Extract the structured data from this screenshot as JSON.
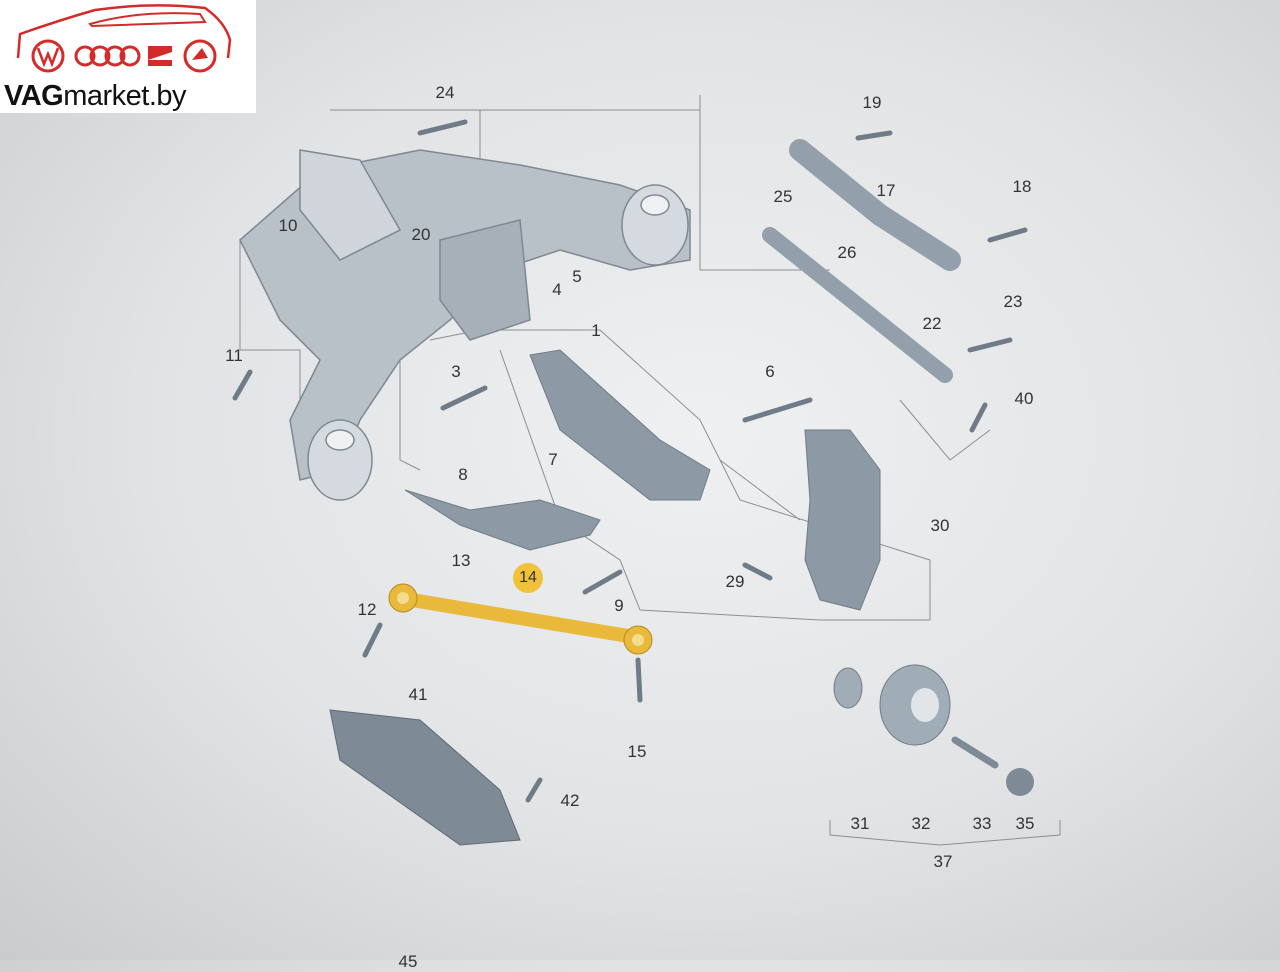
{
  "logo": {
    "brand_bold": "VAG",
    "brand_rest": "market.by",
    "brand_color": "#d42a2a"
  },
  "highlight_color": "#f0c23c",
  "part_color": "#93a0ab",
  "callouts": {
    "c1": "1",
    "c3": "3",
    "c4": "4",
    "c5": "5",
    "c6": "6",
    "c7": "7",
    "c8": "8",
    "c9": "9",
    "c10": "10",
    "c11": "11",
    "c12": "12",
    "c13": "13",
    "c14": "14",
    "c15": "15",
    "c17": "17",
    "c18": "18",
    "c19": "19",
    "c20": "20",
    "c22": "22",
    "c23": "23",
    "c24": "24",
    "c25": "25",
    "c26": "26",
    "c29": "29",
    "c30": "30",
    "c31": "31",
    "c32": "32",
    "c33": "33",
    "c35": "35",
    "c37": "37",
    "c40": "40",
    "c41": "41",
    "c42": "42",
    "c45": "45"
  },
  "highlighted_part": "14"
}
